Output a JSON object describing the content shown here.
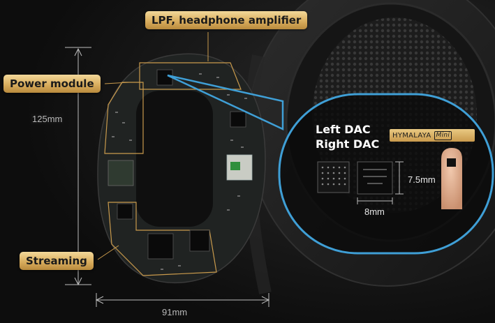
{
  "labels": {
    "lpf": "LPF, headphone amplifier",
    "power": "Power module",
    "streaming": "Streaming"
  },
  "dimensions": {
    "height": "125mm",
    "width": "91mm",
    "chip_height": "7.5mm",
    "chip_width": "8mm"
  },
  "dac": {
    "left": "Left DAC",
    "right": "Right DAC"
  },
  "brand": {
    "name": "HYMALAYA",
    "sub": "Mini"
  },
  "colors": {
    "gold": "#d9ae5e",
    "callout_blue": "#3f9fd6",
    "background": "#121212"
  }
}
